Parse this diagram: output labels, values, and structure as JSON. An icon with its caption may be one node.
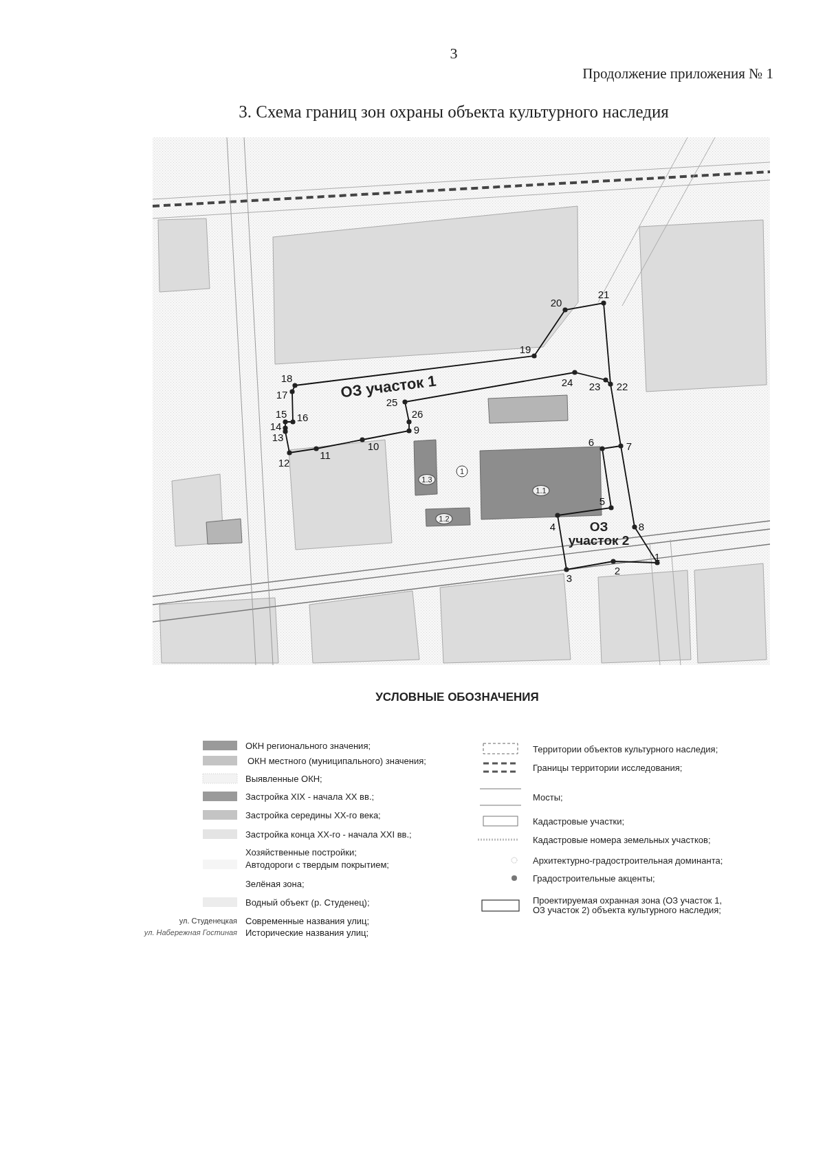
{
  "diagram": {
    "title": "3. Схема границ зон охраны объекта культурного наследия",
    "labels": [
      "3",
      "Продолжение приложения № 1",
      "21",
      "20",
      "19",
      "18",
      "24",
      "23",
      "22",
      "17",
      "ОЗ участок 1",
      "25",
      "15",
      "16",
      "26",
      "14",
      "13",
      "9",
      "6",
      "7",
      "12",
      "11",
      "10",
      "1",
      "1.3",
      "1.1",
      "5",
      "1.2",
      "4",
      "8",
      "ОЗ участок 2",
      "1",
      "2",
      "3",
      "УСЛОВНЫЕ ОБОЗНАЧЕНИЯ",
      "ул. Студенецкая",
      "ул. Набережная Гостиная"
    ],
    "legend": [
      {
        "text": "ОКН регионального значения;"
      },
      {
        "text": "ОКН местного (муниципального) значения;"
      },
      {
        "text": "Выявленные ОКН;"
      },
      {
        "text": "Застройка XIX - начала XX вв.;"
      },
      {
        "text": "Застройка середины XX-го века;"
      },
      {
        "text": "Застройка конца XX-го - начала XXI вв.;"
      },
      {
        "text": "Хозяйственные постройки;"
      },
      {
        "text": "Автодороги с твердым покрытием;"
      },
      {
        "text": "Зелёная зона;"
      },
      {
        "text": "Водный объект (р. Студенец);"
      },
      {
        "text": "Современные названия улиц;"
      },
      {
        "text": "Исторические названия улиц;"
      },
      {
        "text": "Территории объектов культурного наследия;"
      },
      {
        "text": "Границы территории исследования;"
      },
      {
        "text": "Мосты;"
      },
      {
        "text": "Кадастровые участки;"
      },
      {
        "text": "Кадастровые номера земельных участков;"
      },
      {
        "text": "Архитектурно-градостроительная доминанта;"
      },
      {
        "text": "Градостроительные акценты;"
      },
      {
        "text": "Проектируемая охранная зона (ОЗ участок 1, ОЗ участок 2) объекта культурного наследия;"
      }
    ]
  }
}
